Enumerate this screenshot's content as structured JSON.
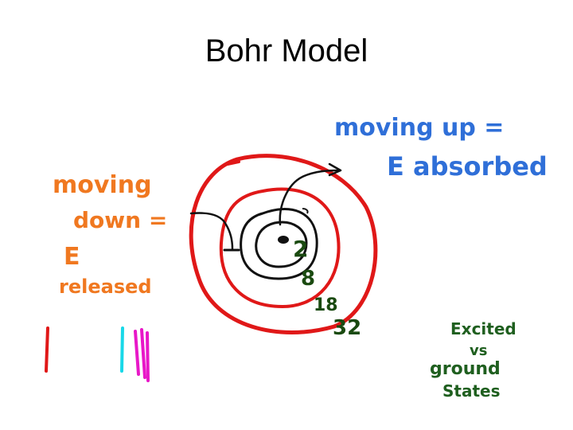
{
  "title": "Bohr Model",
  "notes": {
    "moving_up": [
      "moving up =",
      "E absorbed"
    ],
    "moving_down": [
      "moving",
      "down =",
      "E",
      "released"
    ],
    "states": [
      "Excited",
      "vs",
      "ground",
      "States"
    ]
  },
  "shell_labels": [
    "2",
    "8",
    "18",
    "32"
  ],
  "colors": {
    "orange": "#f07820",
    "blue": "#2f6fd8",
    "green": "#1f5f1f",
    "dark_green": "#1a4a10",
    "red": "#e01818",
    "black": "#111111",
    "cyan": "#18d8e8",
    "magenta": "#e818c8"
  }
}
